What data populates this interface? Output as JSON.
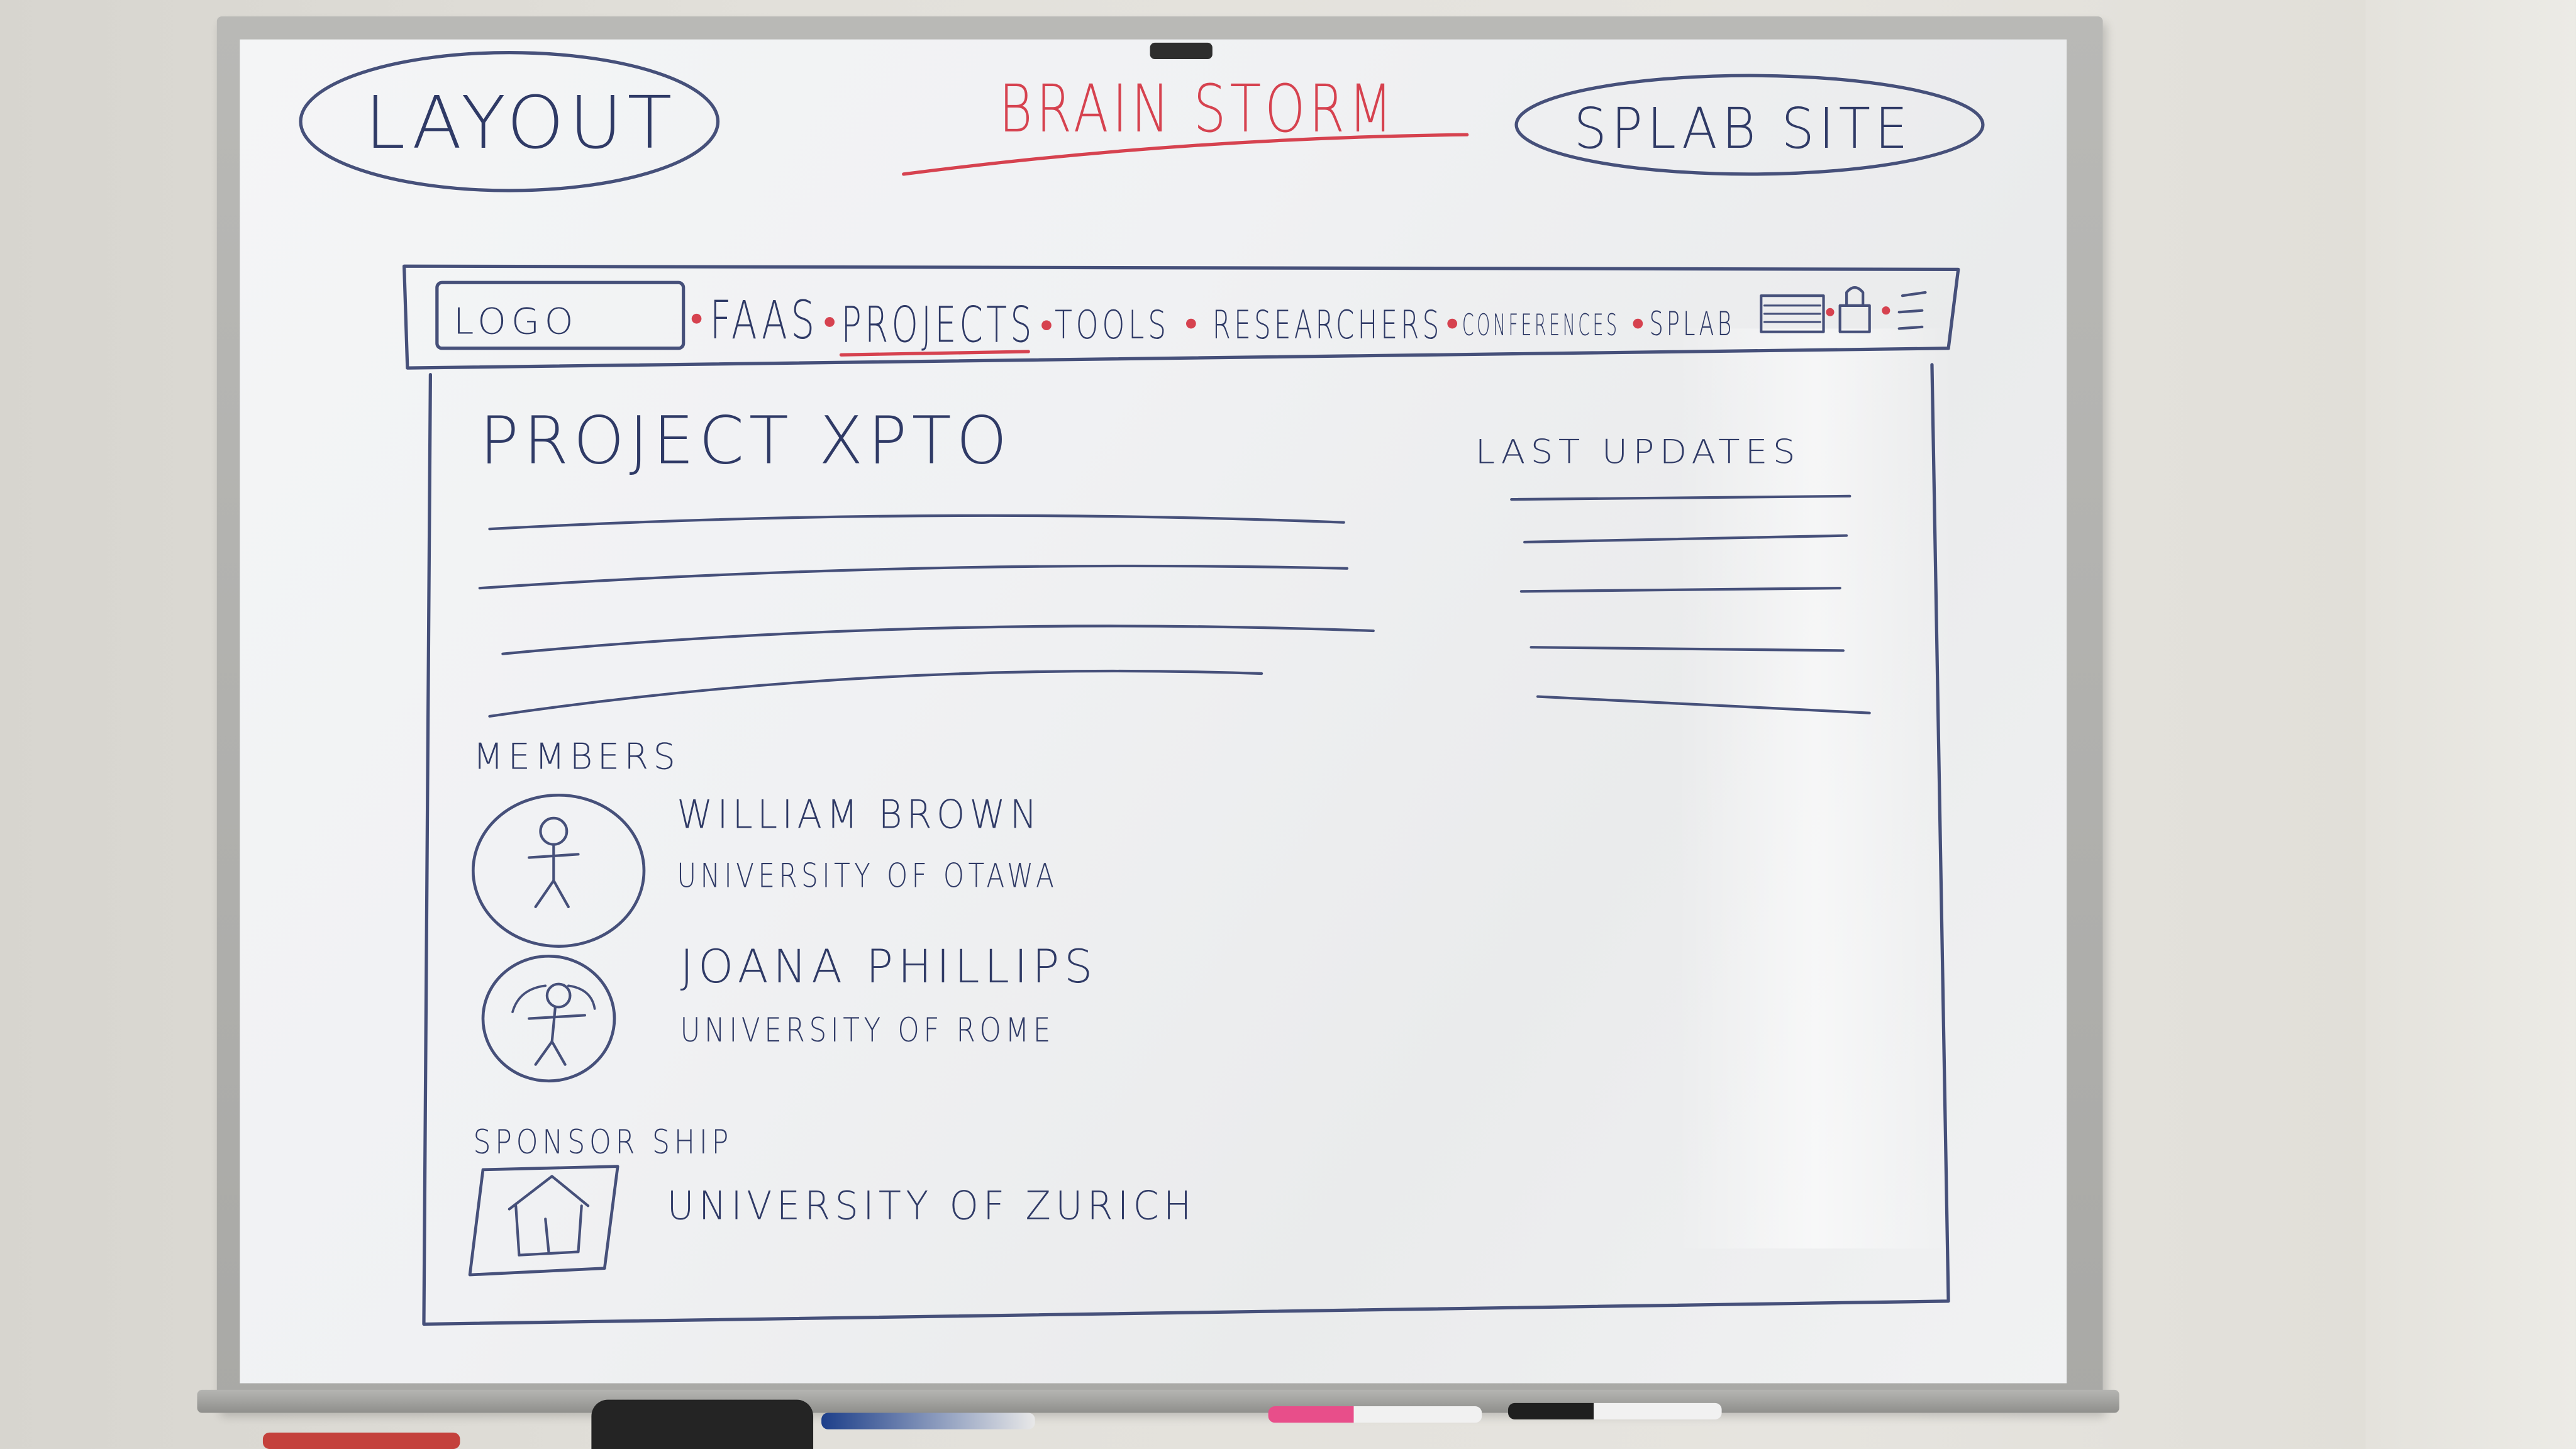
{
  "header": {
    "left_bubble": "LAYOUT",
    "center_title": "BRAIN STORM",
    "right_bubble": "SPLAB SITE"
  },
  "navbar": {
    "logo": "LOGO",
    "items": [
      "FAAS",
      "PROJECTS",
      "TOOLS",
      "RESEARCHERS",
      "CONFERENCES",
      "SPLAB"
    ],
    "active_item": "PROJECTS"
  },
  "content": {
    "project_title": "PROJECT XPTO",
    "last_updates_title": "LAST UPDATES",
    "members_title": "MEMBERS",
    "members": [
      {
        "name": "WILLIAM BROWN",
        "affiliation": "UNIVERSITY OF OTAWA",
        "icon": "person-icon"
      },
      {
        "name": "JOANA PHILLIPS",
        "affiliation": "UNIVERSITY OF ROME",
        "icon": "person-icon"
      }
    ],
    "sponsorship_title": "SPONSOR SHIP",
    "sponsor": {
      "name": "UNIVERSITY OF ZURICH",
      "icon": "house-icon"
    }
  },
  "colors": {
    "marker_blue": "#2f3a66",
    "marker_red": "#d6424f",
    "board": "#f1f2f3",
    "frame": "#b0b0ad"
  }
}
